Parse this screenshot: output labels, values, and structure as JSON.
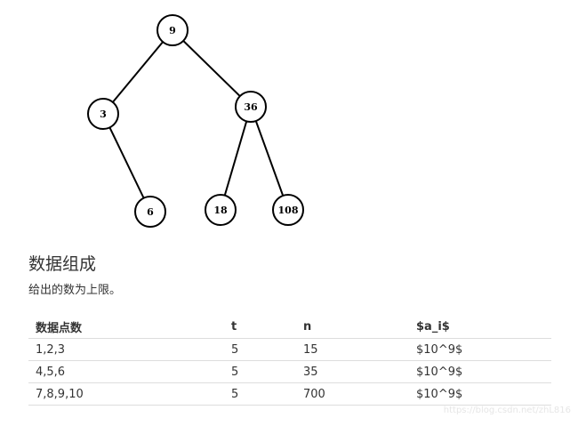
{
  "tree": {
    "nodes": [
      {
        "id": "n9",
        "label": "9"
      },
      {
        "id": "n3",
        "label": "3"
      },
      {
        "id": "n36",
        "label": "36"
      },
      {
        "id": "n6",
        "label": "6"
      },
      {
        "id": "n18",
        "label": "18"
      },
      {
        "id": "n108",
        "label": "108"
      }
    ],
    "edges": [
      [
        "n9",
        "n3"
      ],
      [
        "n9",
        "n36"
      ],
      [
        "n3",
        "n6"
      ],
      [
        "n36",
        "n18"
      ],
      [
        "n36",
        "n108"
      ]
    ]
  },
  "section": {
    "title": "数据组成",
    "description": "给出的数为上限。"
  },
  "table": {
    "headers": [
      "数据点数",
      "t",
      "n",
      "$a_i$"
    ],
    "rows": [
      [
        "1,2,3",
        "5",
        "15",
        "$10^9$"
      ],
      [
        "4,5,6",
        "5",
        "35",
        "$10^9$"
      ],
      [
        "7,8,9,10",
        "5",
        "700",
        "$10^9$"
      ]
    ]
  },
  "watermark": "https://blog.csdn.net/zhL816"
}
